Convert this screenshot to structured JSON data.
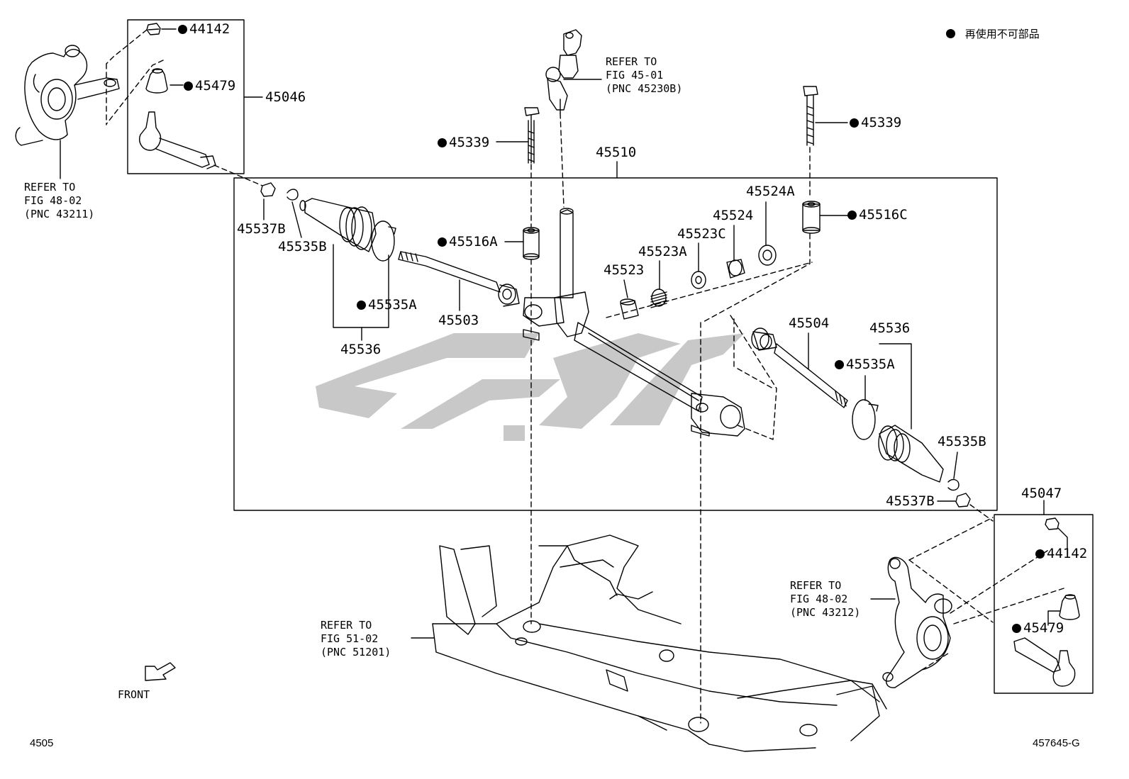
{
  "legend": {
    "text": "再使用不可部品"
  },
  "footer": {
    "page_code": "4505",
    "figure_id": "457645-G"
  },
  "front_label": "FRONT",
  "refs": {
    "knuckle_left": [
      "REFER TO",
      "FIG 48-02",
      "(PNC 43211)"
    ],
    "shaft": [
      "REFER TO",
      "FIG 45-01",
      "(PNC 45230B)"
    ],
    "crossmember": [
      "REFER TO",
      "FIG 51-02",
      "(PNC 51201)"
    ],
    "knuckle_right": [
      "REFER TO",
      "FIG 48-02",
      "(PNC 43212)"
    ]
  },
  "parts": [
    {
      "id": "p1",
      "code": "44142",
      "nonreusable": true
    },
    {
      "id": "p2",
      "code": "45479",
      "nonreusable": true
    },
    {
      "id": "p3",
      "code": "45046",
      "nonreusable": false
    },
    {
      "id": "p4",
      "code": "45339",
      "nonreusable": true
    },
    {
      "id": "p5",
      "code": "45339",
      "nonreusable": true
    },
    {
      "id": "p6",
      "code": "45510",
      "nonreusable": false
    },
    {
      "id": "p7",
      "code": "45537B",
      "nonreusable": false
    },
    {
      "id": "p8",
      "code": "45535B",
      "nonreusable": false
    },
    {
      "id": "p9",
      "code": "45516A",
      "nonreusable": true
    },
    {
      "id": "p10",
      "code": "45535A",
      "nonreusable": true
    },
    {
      "id": "p11",
      "code": "45503",
      "nonreusable": false
    },
    {
      "id": "p12",
      "code": "45536",
      "nonreusable": false
    },
    {
      "id": "p13",
      "code": "45523",
      "nonreusable": false
    },
    {
      "id": "p14",
      "code": "45523A",
      "nonreusable": false
    },
    {
      "id": "p15",
      "code": "45523C",
      "nonreusable": false
    },
    {
      "id": "p16",
      "code": "45524",
      "nonreusable": false
    },
    {
      "id": "p17",
      "code": "45524A",
      "nonreusable": false
    },
    {
      "id": "p18",
      "code": "45516C",
      "nonreusable": true
    },
    {
      "id": "p19",
      "code": "45504",
      "nonreusable": false
    },
    {
      "id": "p20",
      "code": "45536",
      "nonreusable": false
    },
    {
      "id": "p21",
      "code": "45535A",
      "nonreusable": true
    },
    {
      "id": "p22",
      "code": "45535B",
      "nonreusable": false
    },
    {
      "id": "p23",
      "code": "45537B",
      "nonreusable": false
    },
    {
      "id": "p24",
      "code": "45047",
      "nonreusable": false
    },
    {
      "id": "p25",
      "code": "44142",
      "nonreusable": true
    },
    {
      "id": "p26",
      "code": "45479",
      "nonreusable": true
    }
  ]
}
